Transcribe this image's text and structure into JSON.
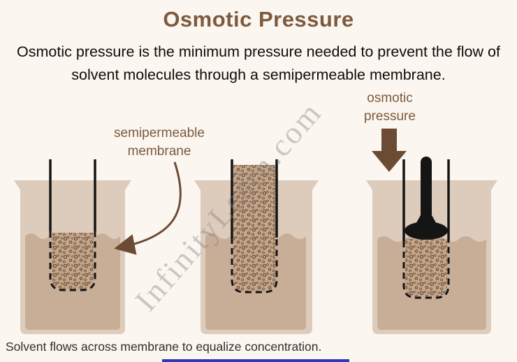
{
  "title": "Osmotic Pressure",
  "subtitle": "Osmotic pressure is the minimum pressure needed to prevent the flow of solvent molecules through a semipermeable membrane.",
  "labels": {
    "membrane": "semipermeable membrane",
    "osmotic_pressure": "osmotic pressure"
  },
  "caption": "Solvent flows across membrane to equalize concentration.",
  "watermark": "InfinityLearn.com",
  "colors": {
    "background": "#fbf6ef",
    "heading": "#7d5a3e",
    "body_text": "#0d0d0d",
    "beaker_glass": "#ddccbc",
    "liquid": "#c9ae97",
    "solution_fill": "#c3a78d",
    "particle": "#6d4b31",
    "tube_outline": "#141414",
    "arrow": "#6b4b34",
    "piston": "#151515",
    "watermark": "#828282",
    "bottom_strip": "#3038b8"
  }
}
